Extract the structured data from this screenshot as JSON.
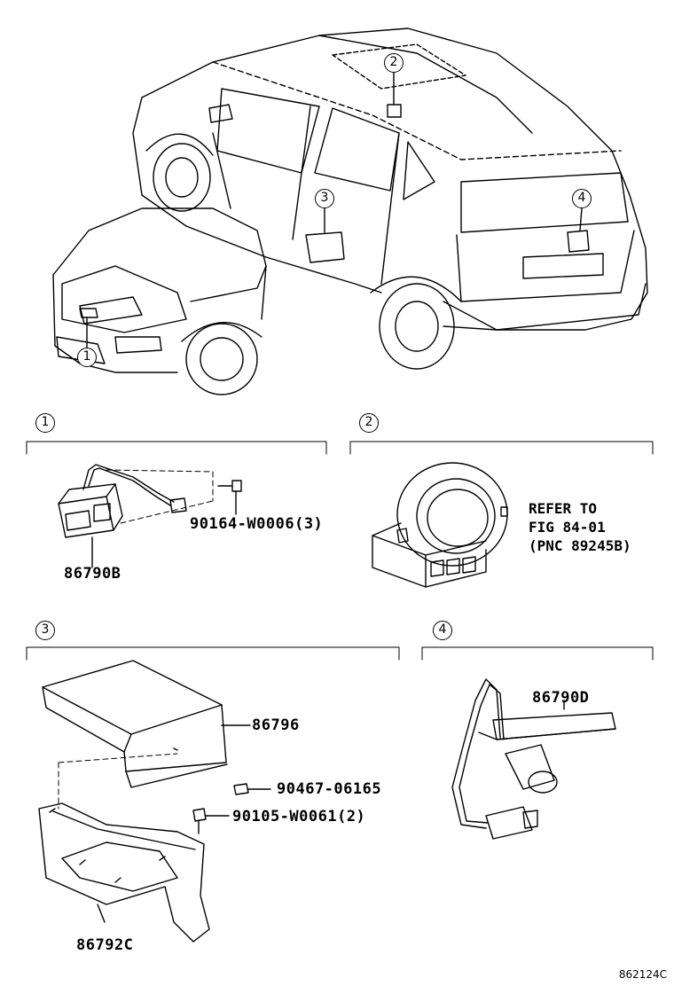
{
  "callouts": {
    "c1": "1",
    "c2": "2",
    "c3": "3",
    "c4": "4"
  },
  "parts": {
    "p86790B": "86790B",
    "p90164": "90164-W0006(3)",
    "p86796": "86796",
    "p90467": "90467-06165",
    "p90105": "90105-W0061(2)",
    "p86792C": "86792C",
    "p86790D": "86790D"
  },
  "reference": {
    "line1": "REFER TO",
    "line2": "FIG 84-01",
    "line3": "(PNC 89245B)"
  },
  "figure_id": "862124C"
}
